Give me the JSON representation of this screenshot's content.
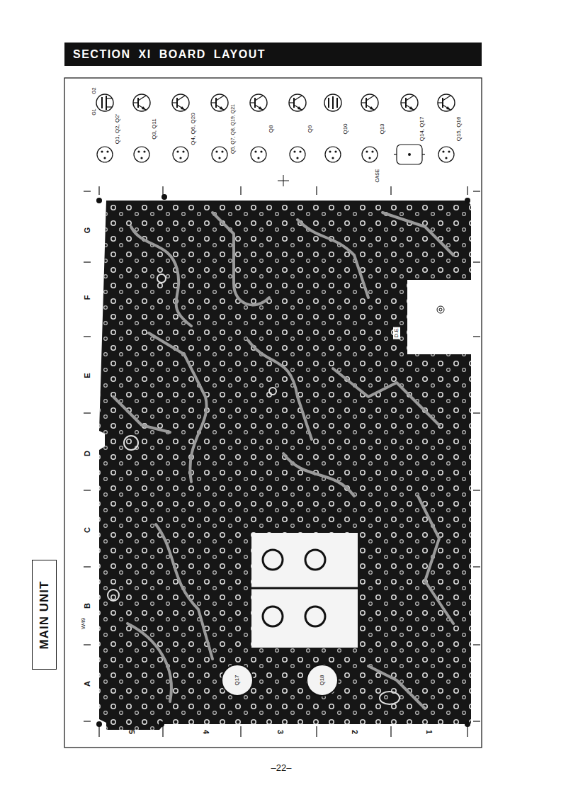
{
  "diagram": {
    "title": "SECTION XI BOARD LAYOUT",
    "nodes": [
      {
        "text": [
          "MAIN UNIT"
        ]
      }
    ],
    "edges": [],
    "labels": [
      "G",
      "F",
      "E",
      "D",
      "C",
      "B",
      "A",
      "5",
      "4",
      "3",
      "2",
      "1",
      "Q1, Q2, Q2'",
      "Q3, Q11",
      "Q4, Q6, Q20",
      "Q5, Q7, Q8, Q19, Q21",
      "Q8",
      "Q9",
      "Q10",
      "Q13",
      "Q14, Q17",
      "Q15, Q16",
      "G2",
      "G1",
      "CASE",
      "W49",
      "Q17",
      "Q18",
      "D.E",
      "–22–"
    ]
  }
}
